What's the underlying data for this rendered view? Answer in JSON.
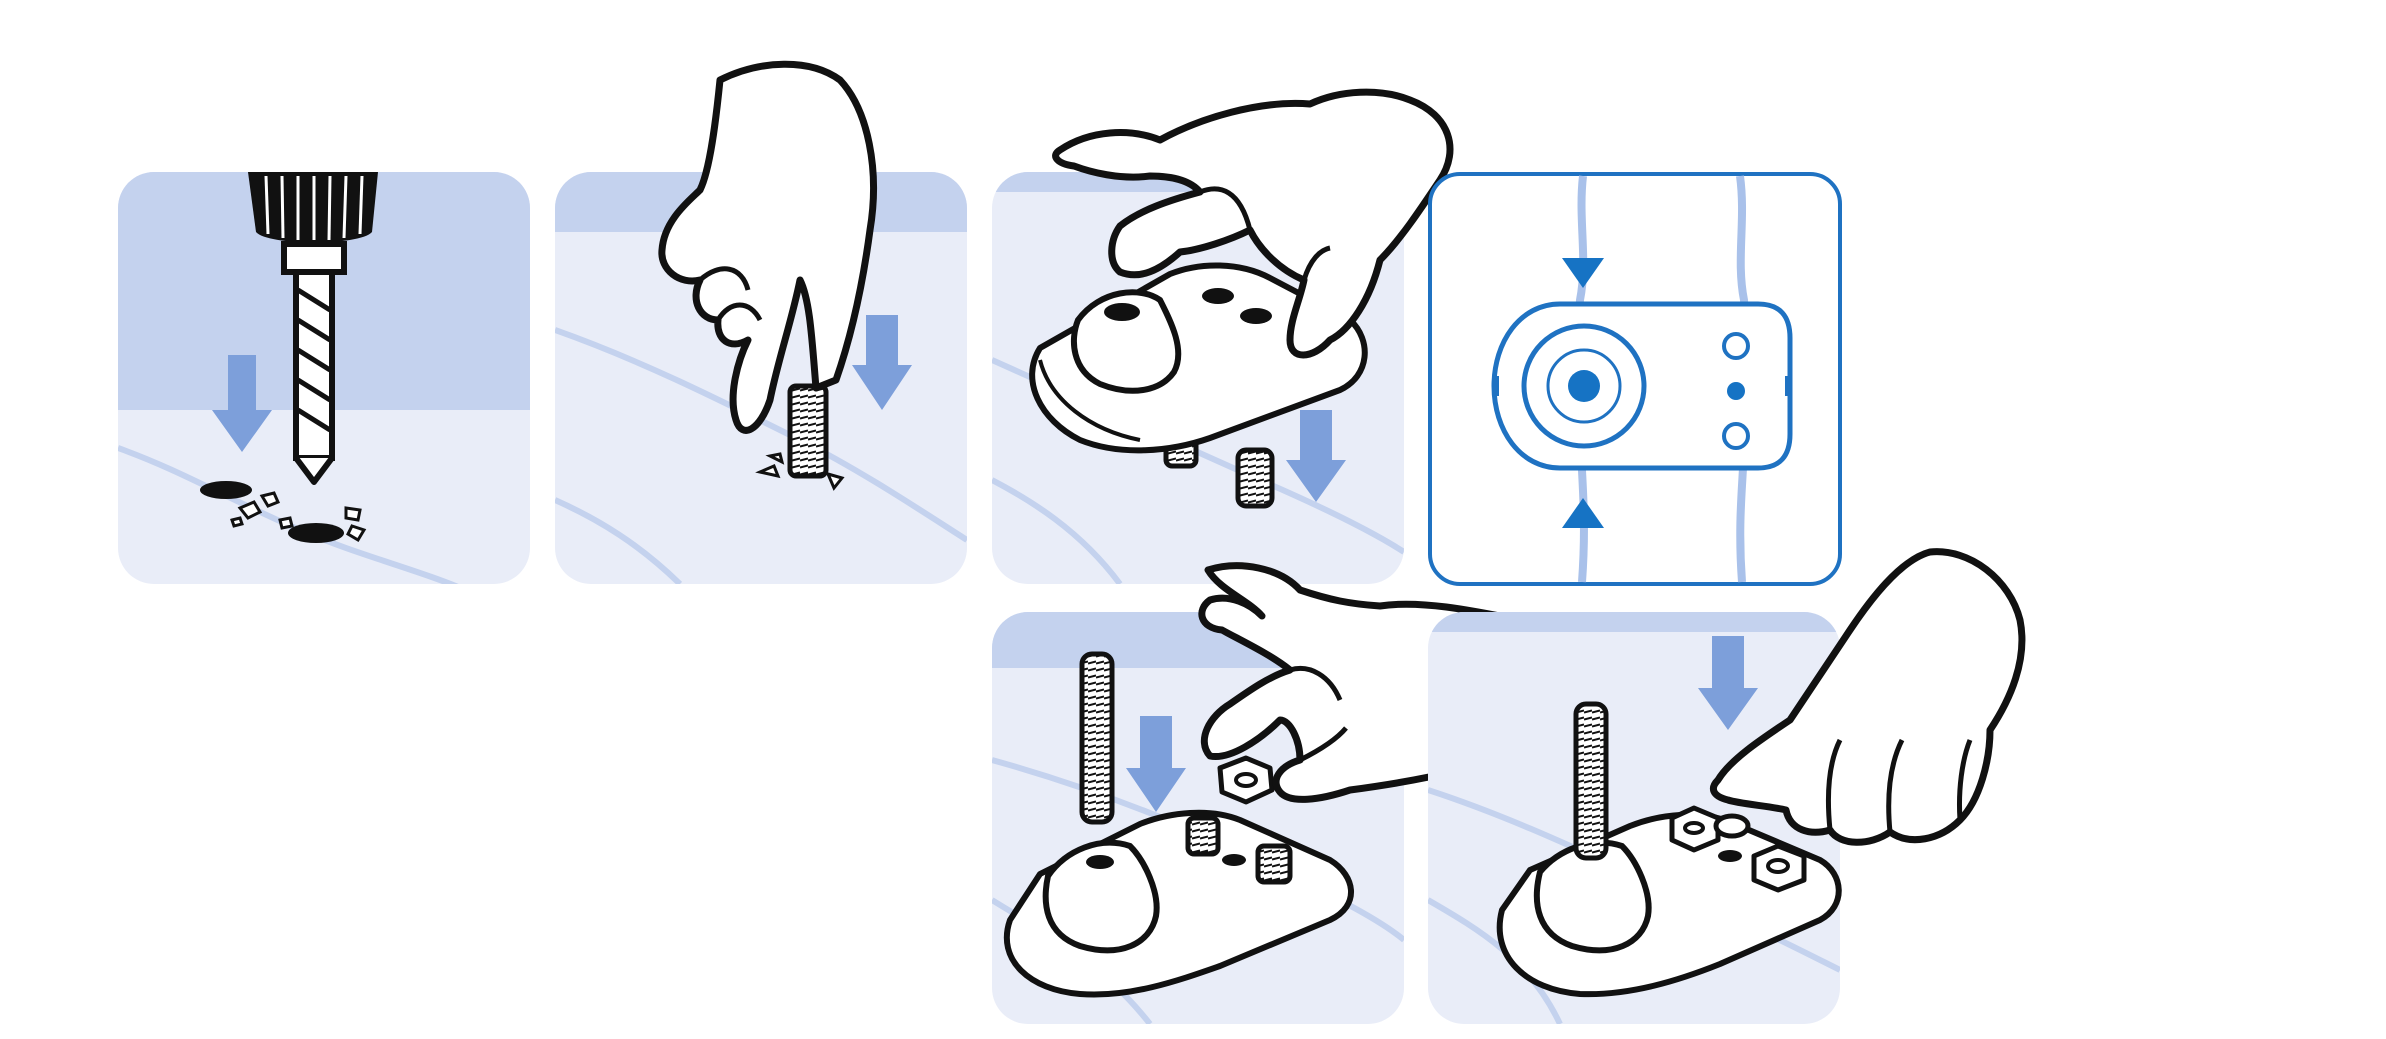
{
  "colors": {
    "panel_light": "#e9edf8",
    "panel_band": "#c4d2ee",
    "arrow": "#7d9fda",
    "arrow_dark": "#1673c4",
    "outline": "#111111",
    "crack": "#b7c8ea",
    "diagram_border": "#1f72c2"
  },
  "steps": [
    {
      "id": "drill-holes",
      "icons": [
        "drill-icon",
        "down-arrow-icon",
        "hole-icon"
      ]
    },
    {
      "id": "insert-anchor",
      "icons": [
        "hand-icon",
        "anchor-sleeve-icon",
        "down-arrow-icon"
      ]
    },
    {
      "id": "place-base-plate",
      "icons": [
        "hand-icon",
        "base-plate-icon",
        "down-arrow-icon"
      ]
    },
    {
      "id": "alignment-diagram",
      "icons": [
        "crack-line-icon",
        "triangle-marker-icon",
        "base-plate-outline-icon"
      ]
    },
    {
      "id": "insert-rod-and-nut",
      "icons": [
        "threaded-rod-icon",
        "nut-icon",
        "hand-icon",
        "down-arrow-icon"
      ]
    },
    {
      "id": "tighten-nuts",
      "icons": [
        "hand-icon",
        "nut-icon",
        "threaded-rod-icon",
        "down-arrow-icon"
      ]
    }
  ]
}
